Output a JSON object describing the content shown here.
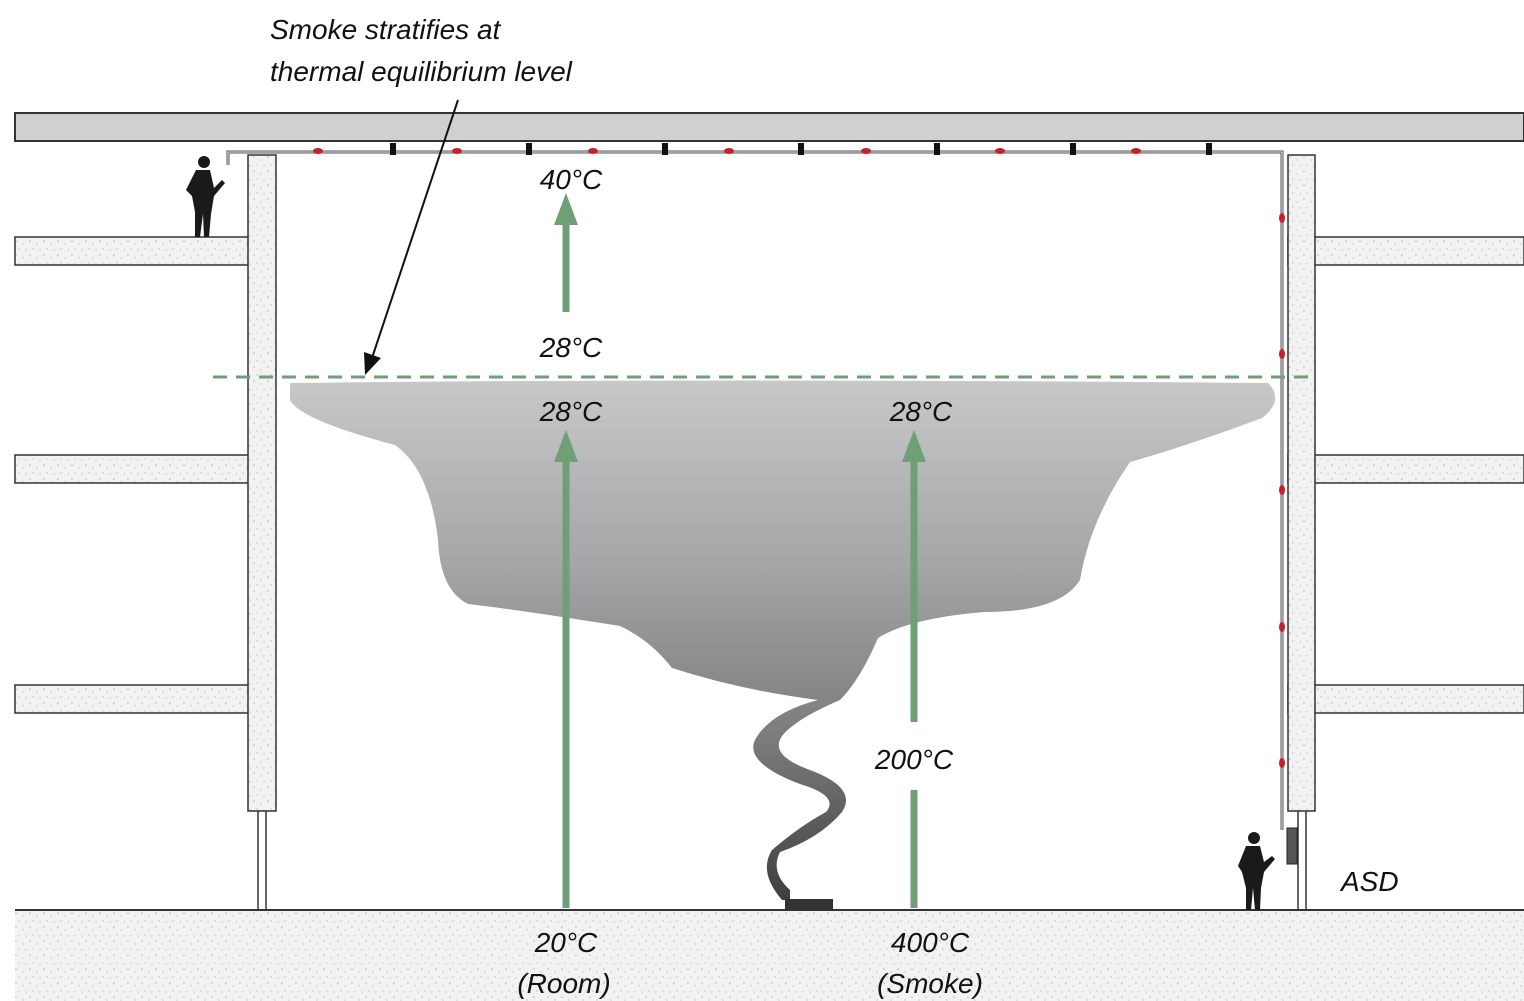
{
  "annotation": {
    "line1": "Smoke stratifies at",
    "line2": "thermal equilibrium level"
  },
  "temperatures": {
    "ceiling": "40°C",
    "above_layer": "28°C",
    "layer_left": "28°C",
    "layer_right": "28°C",
    "plume_mid": "200°C",
    "room_floor": "20°C",
    "room_caption": "(Room)",
    "smoke_floor": "400°C",
    "smoke_caption": "(Smoke)"
  },
  "device_label": "ASD",
  "colors": {
    "arrow": "#6f9f76",
    "dashed_line": "#6f9f76",
    "pipe_sampling_hole": "#c8202a",
    "ceiling_slab": "#d0d0d0",
    "concrete": "#f1f1f1",
    "smoke_top": "#c4c6c8",
    "smoke_bottom": "#454545"
  }
}
